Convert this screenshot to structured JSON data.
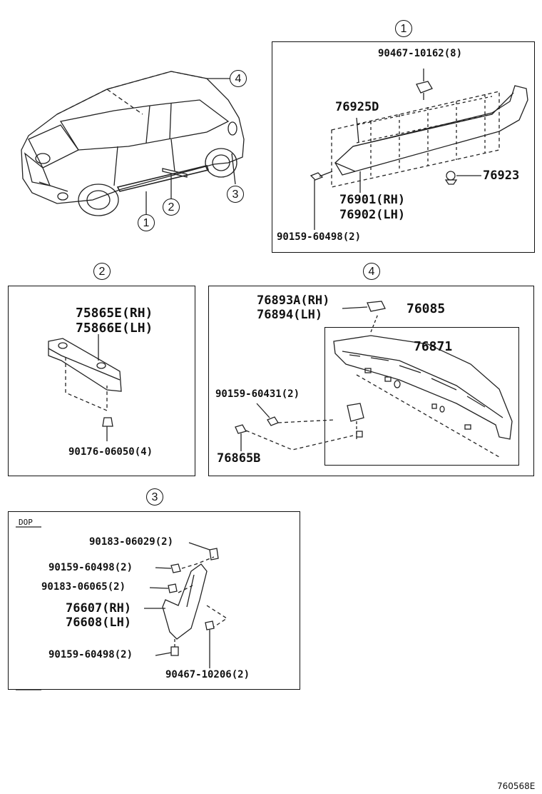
{
  "callouts": {
    "c1": "1",
    "c2": "2",
    "c3": "3",
    "c4": "4"
  },
  "panel1": {
    "p_90467_10162": "90467-10162(8)",
    "p_76925D": "76925D",
    "p_76923": "76923",
    "p_76901": "76901(RH)",
    "p_76902": "76902(LH)",
    "p_90159_60498": "90159-60498(2)"
  },
  "panel2": {
    "p_75865E": "75865E(RH)",
    "p_75866E": "75866E(LH)",
    "p_90176_06050": "90176-06050(4)"
  },
  "panel4": {
    "p_76893A": "76893A(RH)",
    "p_76894": "76894(LH)",
    "p_76085": "76085",
    "p_76871": "76871",
    "p_90159_60431": "90159-60431(2)",
    "p_76865B": "76865B"
  },
  "panel3": {
    "dop": "DOP",
    "p_90183_06029": "90183-06029(2)",
    "p_90159_60498_a": "90159-60498(2)",
    "p_90183_06065": "90183-06065(2)",
    "p_76607": "76607(RH)",
    "p_76608": "76608(LH)",
    "p_90159_60498_b": "90159-60498(2)",
    "p_90467_10206": "90467-10206(2)"
  },
  "footer": {
    "code": "760568E"
  }
}
